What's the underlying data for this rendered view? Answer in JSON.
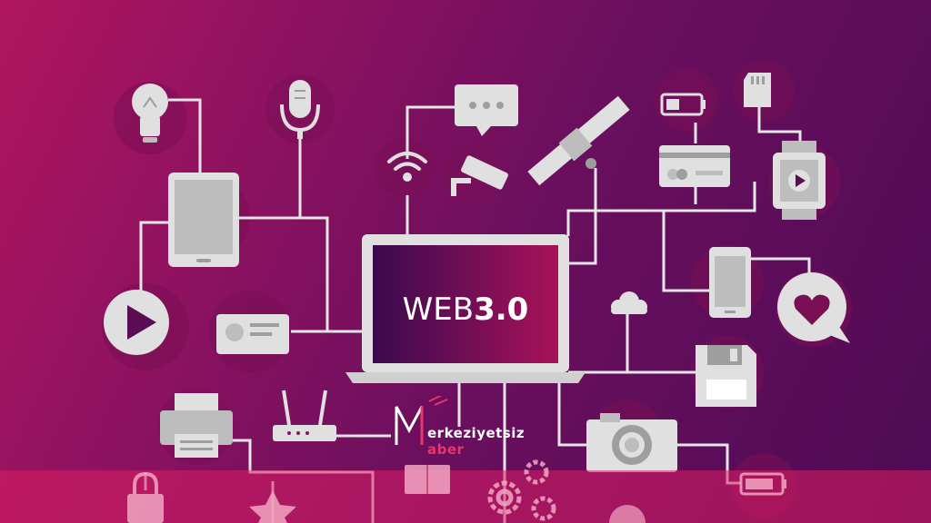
{
  "screen": {
    "headline": "WEB3.0",
    "headline_parts": [
      "WEB",
      "3.0"
    ]
  },
  "watermark": {
    "letter": "M",
    "line1": "erkeziyetsiz",
    "line2": "aber"
  },
  "colors": {
    "bg_left": "#b0155f",
    "bg_right": "#4e0b55",
    "device": "#e0e0e0",
    "device_dark": "#7a1a5c",
    "accent": "#e8356e",
    "line": "#e6e6e6"
  },
  "icons": [
    "lightbulb-icon",
    "microphone-icon",
    "chat-bubble-icon",
    "satellite-icon",
    "battery-icon",
    "sd-card-icon",
    "credit-card-icon",
    "smartwatch-icon",
    "tablet-icon",
    "wifi-icon",
    "security-camera-icon",
    "play-button-icon",
    "id-card-icon",
    "laptop-icon",
    "smartphone-icon",
    "heart-bubble-icon",
    "cloud-icon",
    "floppy-disk-icon",
    "printer-icon",
    "router-icon",
    "camera-icon",
    "book-icon",
    "gears-icon",
    "lock-icon",
    "star-icon"
  ]
}
